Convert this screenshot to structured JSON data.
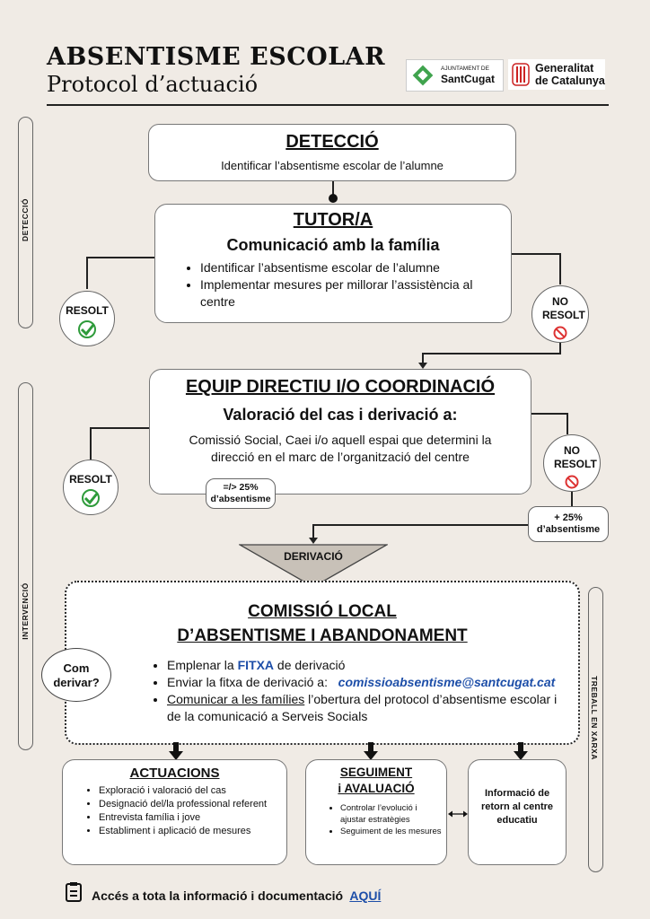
{
  "header": {
    "title": "ABSENTISME ESCOLAR",
    "subtitle": "Protocol d’actuació",
    "logo1_top": "AJUNTAMENT DE",
    "logo1_bottom": "SantCugat",
    "logo2_line1": "Generalitat",
    "logo2_line2": "de Catalunya"
  },
  "sidebars": {
    "deteccio": "DETECCIÓ",
    "intervencio": "INTERVENCIÓ",
    "treball": "TREBALL EN XARXA"
  },
  "deteccio_box": {
    "title": "DETECCIÓ",
    "text": "Identificar l’absentisme escolar de l’alumne"
  },
  "tutor_box": {
    "title": "TUTOR/A",
    "subtitle": "Comunicació amb la família",
    "items": [
      "Identificar l’absentisme escolar de l’alumne",
      "Implementar mesures per millorar l’assistència al centre"
    ]
  },
  "resolt1": "RESOLT",
  "noresolt1": "NO RESOLT",
  "equip_box": {
    "title": "EQUIP DIRECTIU I/O COORDINACIÓ",
    "subtitle": "Valoració del cas i derivació a:",
    "text": "Comissió Social, Caei i/o aquell espai que determini la direcció en el marc de l’organització del centre",
    "pill_low": "=/> 25% d’absentisme"
  },
  "resolt2": "RESOLT",
  "noresolt2": "NO RESOLT",
  "pill_high": "+ 25% d’absentisme",
  "derivacio": "DERIVACIÓ",
  "comissio_box": {
    "title1": "COMISSIÓ LOCAL",
    "title2": "D’ABSENTISME I ABANDONAMENT",
    "item1_pre": "Emplenar la ",
    "item1_link": "FITXA",
    "item1_post": " de derivació",
    "item2_pre": "Enviar la fitxa de derivació a:",
    "item2_email": "comissioabsentisme@santcugat.cat",
    "item3_link": "Comunicar a les famílies",
    "item3_post": " l’obertura del protocol d’absentisme escolar i de la comunicació a Serveis Socials"
  },
  "com_derivar": "Com derivar?",
  "actuacions": {
    "title": "ACTUACIONS",
    "items": [
      "Exploració i valoració del cas",
      "Designació del/la professional referent",
      "Entrevista família i jove",
      "Establiment i aplicació de mesures"
    ]
  },
  "seguiment": {
    "title1": "SEGUIMENT",
    "title2": "i AVALUACIÓ",
    "items": [
      "Controlar l’evolució i ajustar estratègies",
      "Seguiment de les mesures"
    ]
  },
  "informacio": "Informació de retorn al centre educatiu",
  "footer": {
    "text": "Accés a tota la informació i documentació",
    "link": "AQUÍ"
  },
  "colors": {
    "accent": "#1d4ea8",
    "check": "#2e9b3a",
    "stop": "#d33",
    "arrow_fill": "#c8c1b8"
  }
}
